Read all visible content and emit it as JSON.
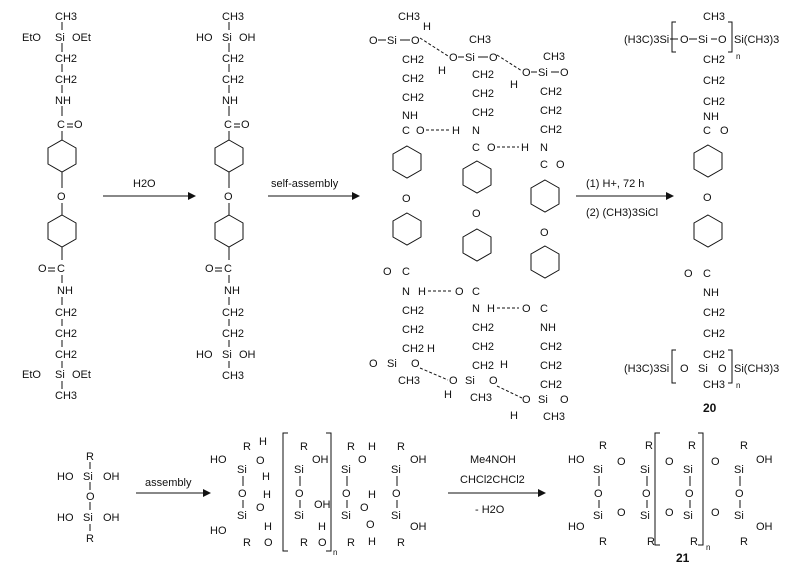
{
  "reaction_1": {
    "arrow_1_label": "H2O",
    "arrow_2_label": "self-assembly",
    "arrow_3_label_line1": "(1) H+, 72 h",
    "arrow_3_label_line2": "(2) (CH3)3SiCl",
    "compound_label": "20"
  },
  "reaction_2": {
    "arrow_1_label": "assembly",
    "arrow_2_label_line1": "Me4NOH",
    "arrow_2_label_line2": "CHCl2CHCl2",
    "arrow_2_label_line3": "- H2O",
    "compound_label": "21",
    "subscript_n": "n"
  },
  "atoms": {
    "CH3": "CH3",
    "EtO": "EtO",
    "Si": "Si",
    "OEt": "OEt",
    "HO": "HO",
    "OH": "OH",
    "CH2": "CH2",
    "NH": "NH",
    "C": "C",
    "O": "O",
    "H": "H",
    "N": "N",
    "R": "R",
    "TMS_left": "(H3C)3Si",
    "TMS_right": "Si(CH3)3"
  }
}
